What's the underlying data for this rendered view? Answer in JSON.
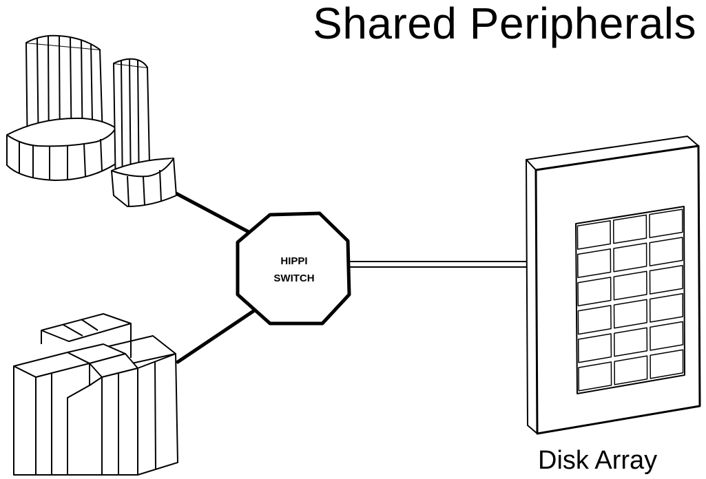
{
  "title": "Shared Peripherals",
  "nodes": {
    "supercomputer_top": {
      "name": "supercomputer",
      "icon": "supercomputer-cylinder-icon"
    },
    "supercomputer_bottom": {
      "name": "supercomputer",
      "icon": "supercomputer-cross-icon"
    },
    "switch": {
      "line1": "HIPPI",
      "line2": "SWITCH",
      "icon": "octagon-switch-icon"
    },
    "disk_array": {
      "label": "Disk Array",
      "icon": "disk-array-cabinet-icon"
    }
  },
  "connections": [
    {
      "from": "supercomputer_top",
      "to": "switch"
    },
    {
      "from": "supercomputer_bottom",
      "to": "switch"
    },
    {
      "from": "switch",
      "to": "disk_array"
    }
  ],
  "disk_grid": {
    "rows": 6,
    "cols": 3
  }
}
